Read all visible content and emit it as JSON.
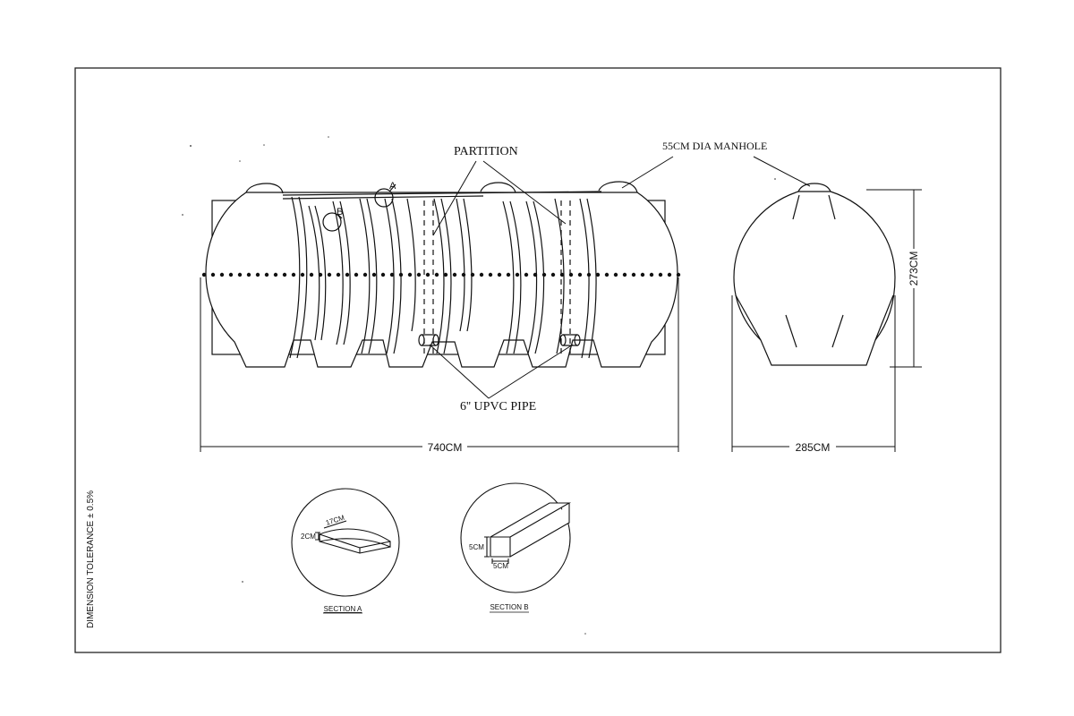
{
  "labels": {
    "partition": "PARTITION",
    "manhole": "55CM DIA MANHOLE",
    "pipe": "6'' UPVC PIPE",
    "length": "740CM",
    "width": "285CM",
    "height": "273CM",
    "tolerance": "DIMENSION TOLERANCE ± 0.5%",
    "marker_a": "A",
    "marker_b": "B"
  },
  "section_a": {
    "title": "SECTION A",
    "dim_width": "17CM",
    "dim_thickness": "2CM"
  },
  "section_b": {
    "title": "SECTION B",
    "dim_height": "5CM",
    "dim_width": "5CM"
  }
}
